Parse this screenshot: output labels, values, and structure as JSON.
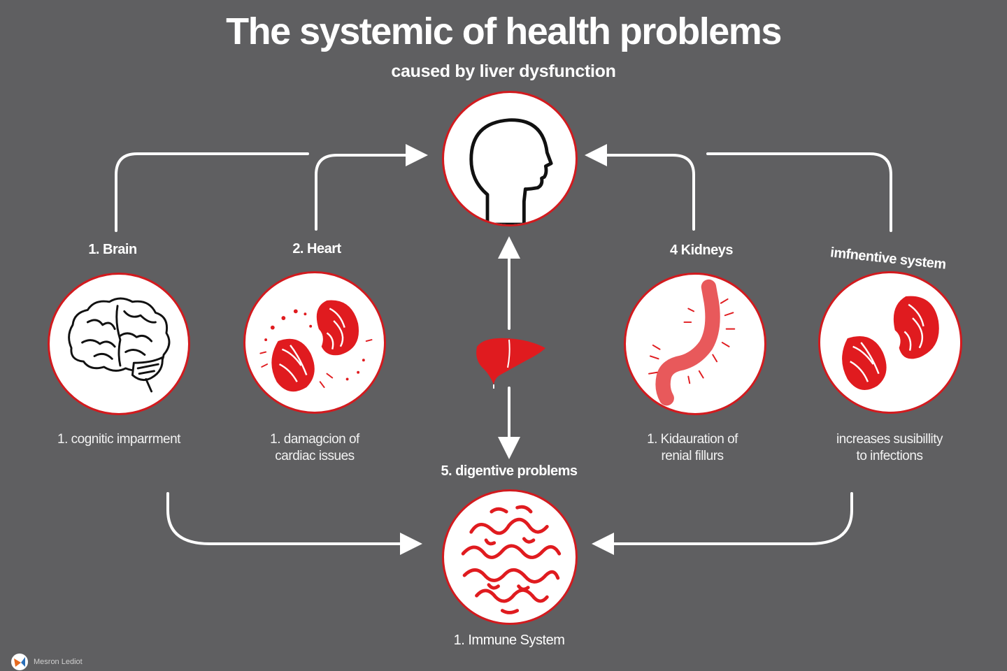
{
  "title": "The systemic of health problems",
  "subtitle": "caused by liver dysfunction",
  "nodes": {
    "brain": {
      "label": "1. Brain",
      "desc_1": "1. cognitic imparrment",
      "desc_2": ""
    },
    "heart": {
      "label": "2. Heart",
      "desc_1": "1. damagcion of",
      "desc_2": "cardiac issues"
    },
    "kidneys": {
      "label": "4 Kidneys",
      "desc_1": "1. Kidauration of",
      "desc_2": "renial fillurs"
    },
    "immune_right": {
      "label": "imfnentive system",
      "desc_1": "increases susibillity",
      "desc_2": "to infections"
    },
    "digestive": {
      "label": "5. digentive problems"
    },
    "immune_bottom": {
      "label": "1. Immune System"
    }
  },
  "footer": {
    "brand": "Mesron Lediot"
  },
  "colors": {
    "background": "#5f5f61",
    "accent_red": "#d21a1e",
    "circle_fill": "#ffffff",
    "arrow": "#ffffff"
  },
  "icons": {
    "center": "head-profile-icon",
    "liver": "liver-icon",
    "brain": "brain-icon",
    "heart": "kidney-pair-icon",
    "kidneys": "stomach-icon",
    "immune_right": "kidney-pair-icon",
    "immune_bottom": "intestine-icon"
  }
}
